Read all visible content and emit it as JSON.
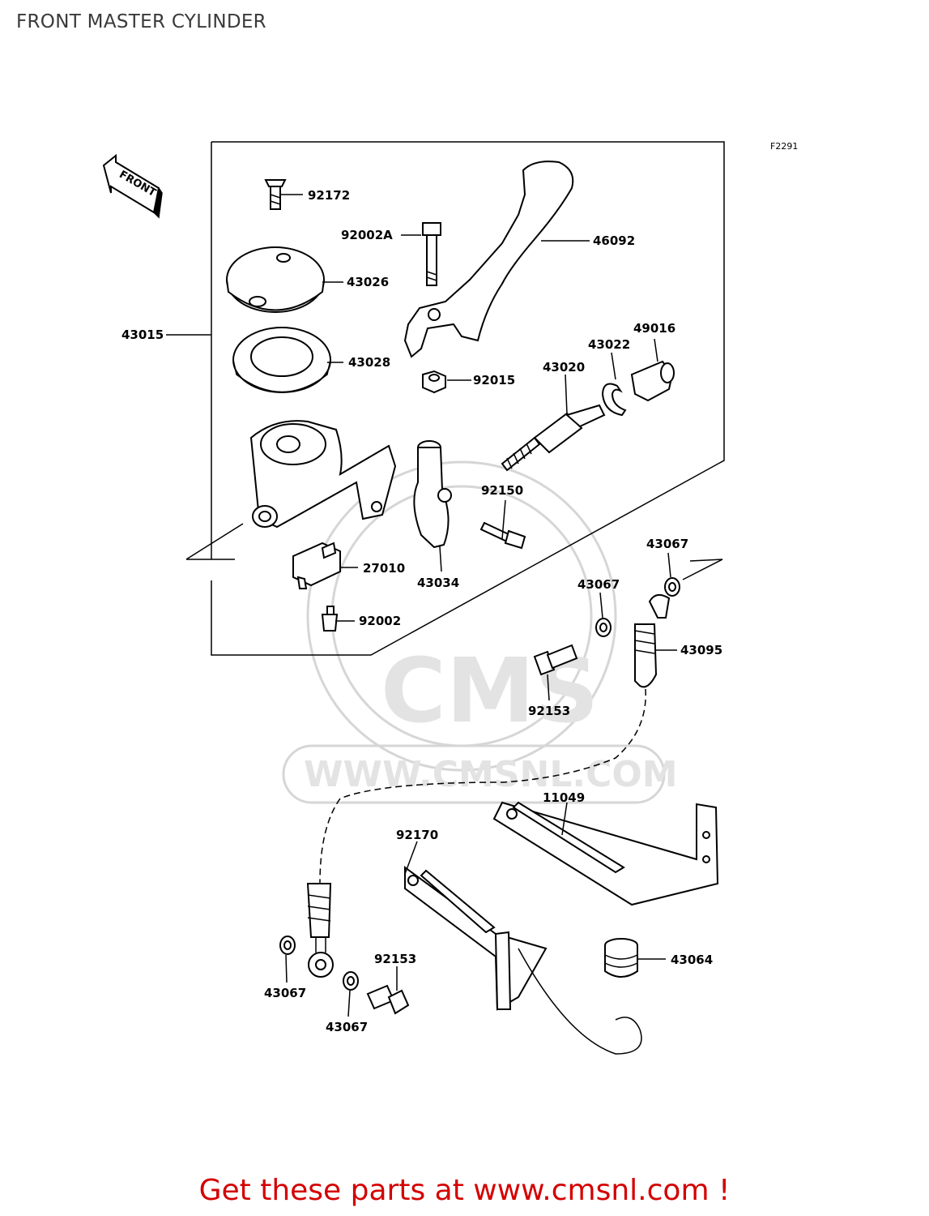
{
  "page": {
    "title": "FRONT MASTER CYLINDER",
    "figure_code": "F2291",
    "front_arrow_label": "FRONT",
    "footer": "Get these parts at www.cmsnl.com !"
  },
  "watermark": {
    "brand": "CMS",
    "url": "WWW.CMSNL.COM"
  },
  "parts": [
    {
      "id": "p92172",
      "number": "92172"
    },
    {
      "id": "p92002A",
      "number": "92002A"
    },
    {
      "id": "p46092",
      "number": "46092"
    },
    {
      "id": "p43026",
      "number": "43026"
    },
    {
      "id": "p43015",
      "number": "43015"
    },
    {
      "id": "p43028",
      "number": "43028"
    },
    {
      "id": "p49016",
      "number": "49016"
    },
    {
      "id": "p43022",
      "number": "43022"
    },
    {
      "id": "p43020",
      "number": "43020"
    },
    {
      "id": "p92015",
      "number": "92015"
    },
    {
      "id": "p92150",
      "number": "92150"
    },
    {
      "id": "p43067a",
      "number": "43067"
    },
    {
      "id": "p27010",
      "number": "27010"
    },
    {
      "id": "p43034",
      "number": "43034"
    },
    {
      "id": "p43067b",
      "number": "43067"
    },
    {
      "id": "p92002",
      "number": "92002"
    },
    {
      "id": "p43095",
      "number": "43095"
    },
    {
      "id": "p92153a",
      "number": "92153"
    },
    {
      "id": "p11049",
      "number": "11049"
    },
    {
      "id": "p92170",
      "number": "92170"
    },
    {
      "id": "p92153b",
      "number": "92153"
    },
    {
      "id": "p43064",
      "number": "43064"
    },
    {
      "id": "p43067c",
      "number": "43067"
    },
    {
      "id": "p43067d",
      "number": "43067"
    }
  ]
}
